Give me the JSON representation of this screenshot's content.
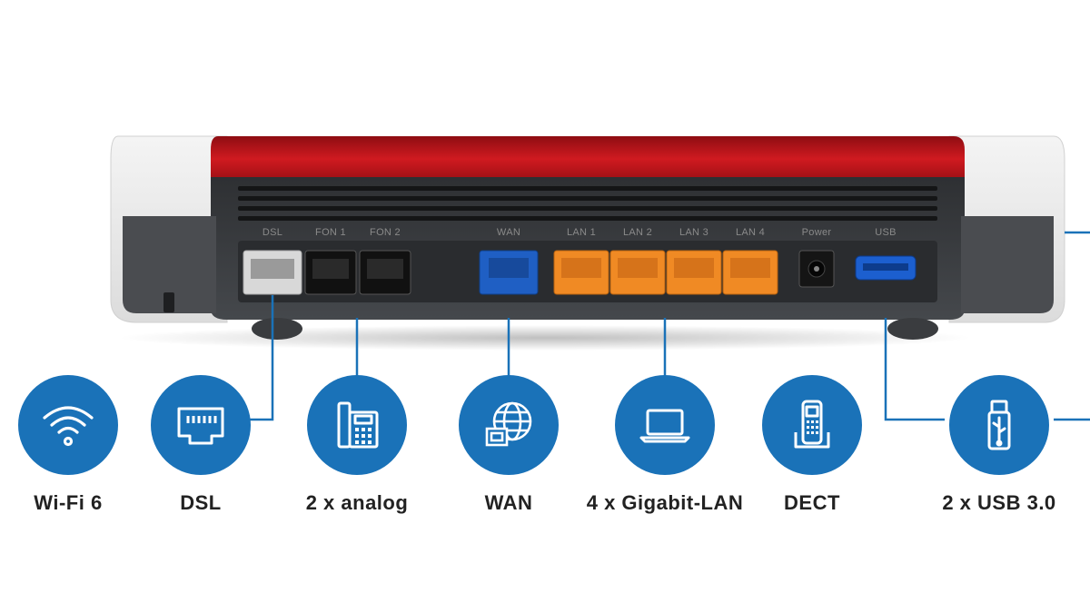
{
  "port_labels": {
    "dsl": "DSL",
    "fon1": "FON 1",
    "fon2": "FON 2",
    "wan": "WAN",
    "lan1": "LAN 1",
    "lan2": "LAN 2",
    "lan3": "LAN 3",
    "lan4": "LAN 4",
    "power": "Power",
    "usb": "USB"
  },
  "features": [
    {
      "label": "Wi-Fi 6",
      "icon": "wifi-icon"
    },
    {
      "label": "DSL",
      "icon": "dsl-port-icon"
    },
    {
      "label": "2 x analog",
      "icon": "desk-phone-icon"
    },
    {
      "label": "WAN",
      "icon": "globe-network-icon"
    },
    {
      "label": "4 x Gigabit-LAN",
      "icon": "laptop-icon"
    },
    {
      "label": "DECT",
      "icon": "cordless-phone-icon"
    },
    {
      "label": "2 x USB 3.0",
      "icon": "usb-icon"
    }
  ],
  "colors": {
    "accent_blue": "#1a72b8",
    "router_red": "#c8161d",
    "lan_orange": "#f08a24",
    "wan_blue": "#1f5fc4",
    "body_gray": "#3b3d40"
  }
}
